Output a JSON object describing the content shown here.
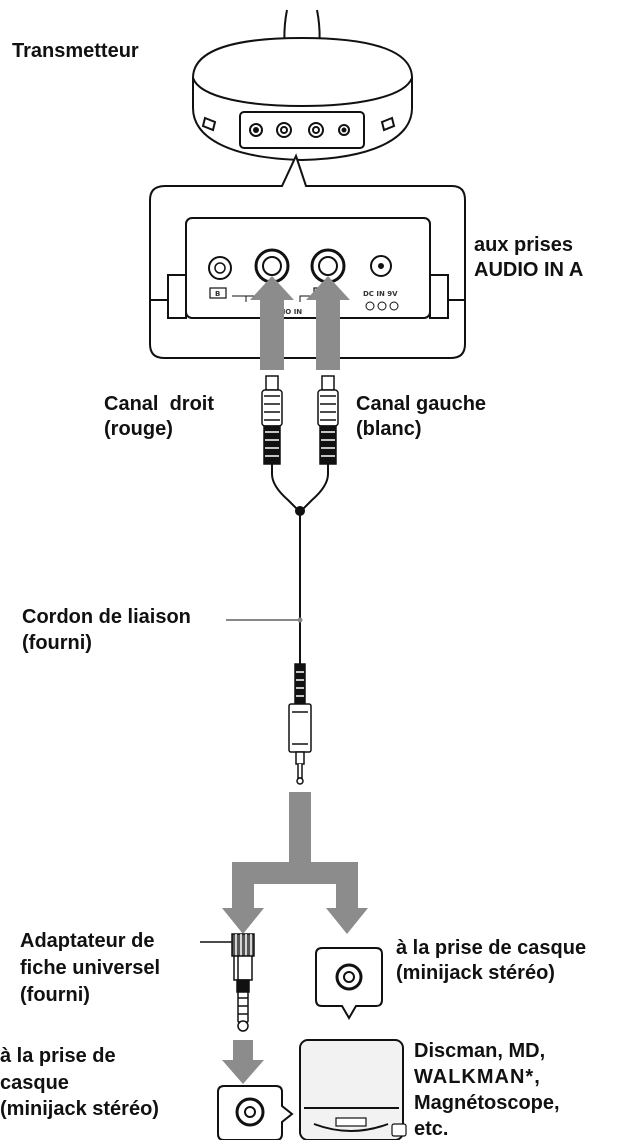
{
  "labels": {
    "transmitter": "Transmetteur",
    "audio_in_line1": "aux prises",
    "audio_in_line2": "AUDIO IN A",
    "right_channel_line1": "Canal  droit",
    "right_channel_line2": "(rouge)",
    "left_channel_line1": "Canal gauche",
    "left_channel_line2": "(blanc)",
    "cord_line1": "Cordon de liaison",
    "cord_line2": "(fourni)",
    "adapter_line1": "Adaptateur de",
    "adapter_line2": "fiche universel",
    "adapter_line3": "(fourni)",
    "headphone_right_line1": "à la prise de casque",
    "headphone_right_line2": "(minijack stéréo)",
    "headphone_left_line1": "à la prise de",
    "headphone_left_line2": "casque",
    "headphone_left_line3": "(minijack stéréo)",
    "devices_line1": "Discman, MD,",
    "devices_line2": "WALKMAN*,",
    "devices_line3": "Magnétoscope,",
    "devices_line4": "etc."
  },
  "panel_markings": {
    "jack_b": "B",
    "jack_a": "A",
    "audio_in": "AUDIO IN",
    "dc_in": "DC IN 9V"
  },
  "colors": {
    "line": "#111111",
    "arrow": "#8c8c8c",
    "device_fill": "#f2f2f2",
    "panel_fill": "#ffffff"
  }
}
